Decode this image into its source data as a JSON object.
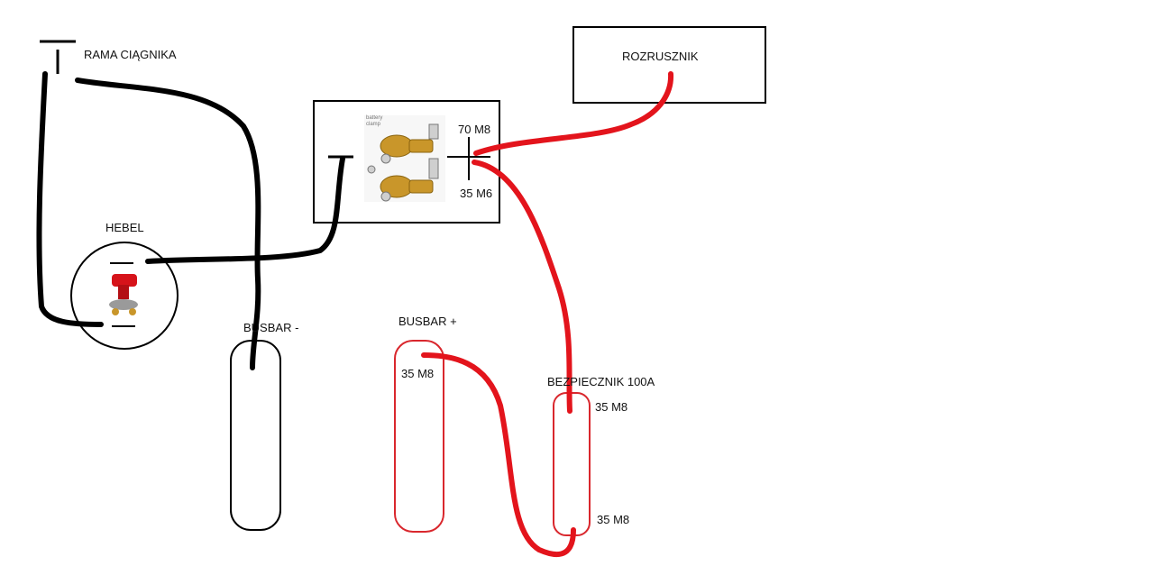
{
  "labels": {
    "frame": "RAMA CIĄGNIKA",
    "starter": "ROZRUSZNIK",
    "switch": "HEBEL",
    "busbar_minus": "BUSBAR -",
    "busbar_plus": "BUSBAR +",
    "fuse": "BEZPIECZNIK 100A",
    "clamp_top": "70 M8",
    "clamp_bottom": "35 M6",
    "busbar_plus_term": "35 M8",
    "fuse_top_term": "35 M8",
    "fuse_bottom_term": "35 M8",
    "clamp_photo_caption": "battery\nclamp"
  },
  "colors": {
    "negative_wire": "#000000",
    "positive_wire": "#e3141c",
    "busbar_plus_outline": "#d9272d",
    "clamp_brass": "#c9962a",
    "switch_red": "#d6131a"
  },
  "icons": {
    "ground": "ground-symbol-icon",
    "battery_minus": "minus-terminal-icon",
    "battery_plus": "plus-terminal-icon",
    "switch": "battery-disconnect-switch-icon",
    "clamps": "battery-clamp-photo-icon"
  }
}
